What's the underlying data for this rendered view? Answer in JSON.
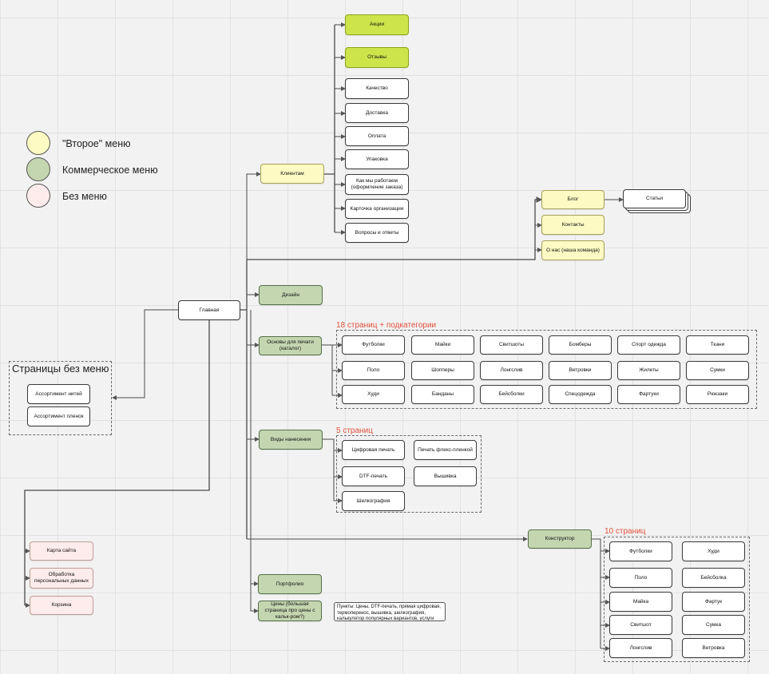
{
  "legend": [
    {
      "label": "\"Второе\" меню",
      "color": "#fdfac3"
    },
    {
      "label": "Коммерческое меню",
      "color": "#c4d6b0"
    },
    {
      "label": "Без меню",
      "color": "#fdeceb"
    }
  ],
  "nodes": {
    "main": "Главная",
    "clients": "Клиентам",
    "design": "Дизайн",
    "catalog": "Основы для печати (каталог)",
    "methods": "Виды нанесения",
    "portfolio": "Портфолио",
    "prices": "Цены (большая страница про цены с кальк-ром?)",
    "constructor": "Конструктор",
    "blog": "Блог",
    "contacts": "Контакты",
    "about": "О нас (наша команда)",
    "articles": "Статьи",
    "sitemap": "Карта сайта",
    "privacy": "Обработка персональных данных",
    "cart": "Корзина"
  },
  "client_items": [
    "Акции",
    "Отзывы",
    "Качество",
    "Доставка",
    "Оплата",
    "Упаковка",
    "Как мы работаем (оформление заказа)",
    "Карточка организации",
    "Вопросы и ответы"
  ],
  "nomenu_group": {
    "title": "Страницы без меню",
    "items": [
      "Ассортимент нитей",
      "Ассортимент пленок"
    ]
  },
  "catalog_group": {
    "label": "18 страниц + подкатегории",
    "items": [
      "Футболки",
      "Майки",
      "Свитшоты",
      "Бомберы",
      "Спорт одежда",
      "Ткани",
      "Поло",
      "Шопперы",
      "Лонгслив",
      "Ветровки",
      "Жилеты",
      "Сумки",
      "Худи",
      "Банданы",
      "Бейсболки",
      "Спецодежда",
      "Фартуки",
      "Рюкзаки"
    ]
  },
  "methods_group": {
    "label": "5 страниц",
    "items": [
      "Цифровая печать",
      "Печать флекс-пленкой",
      "DTF-печать",
      "Вышивка",
      "Шелкография"
    ]
  },
  "constructor_group": {
    "label": "10 страниц",
    "items": [
      "Футболки",
      "Худи",
      "Поло",
      "Бейсболка",
      "Майка",
      "Фартук",
      "Свитшот",
      "Сумка",
      "Лонгслив",
      "Ветровка"
    ]
  },
  "prices_note": "Пункты: Цены, DTF-печать, прямая цифровая, термоперенос, вышивка, шелкография, калькулятор популярных вариантов, услуги"
}
